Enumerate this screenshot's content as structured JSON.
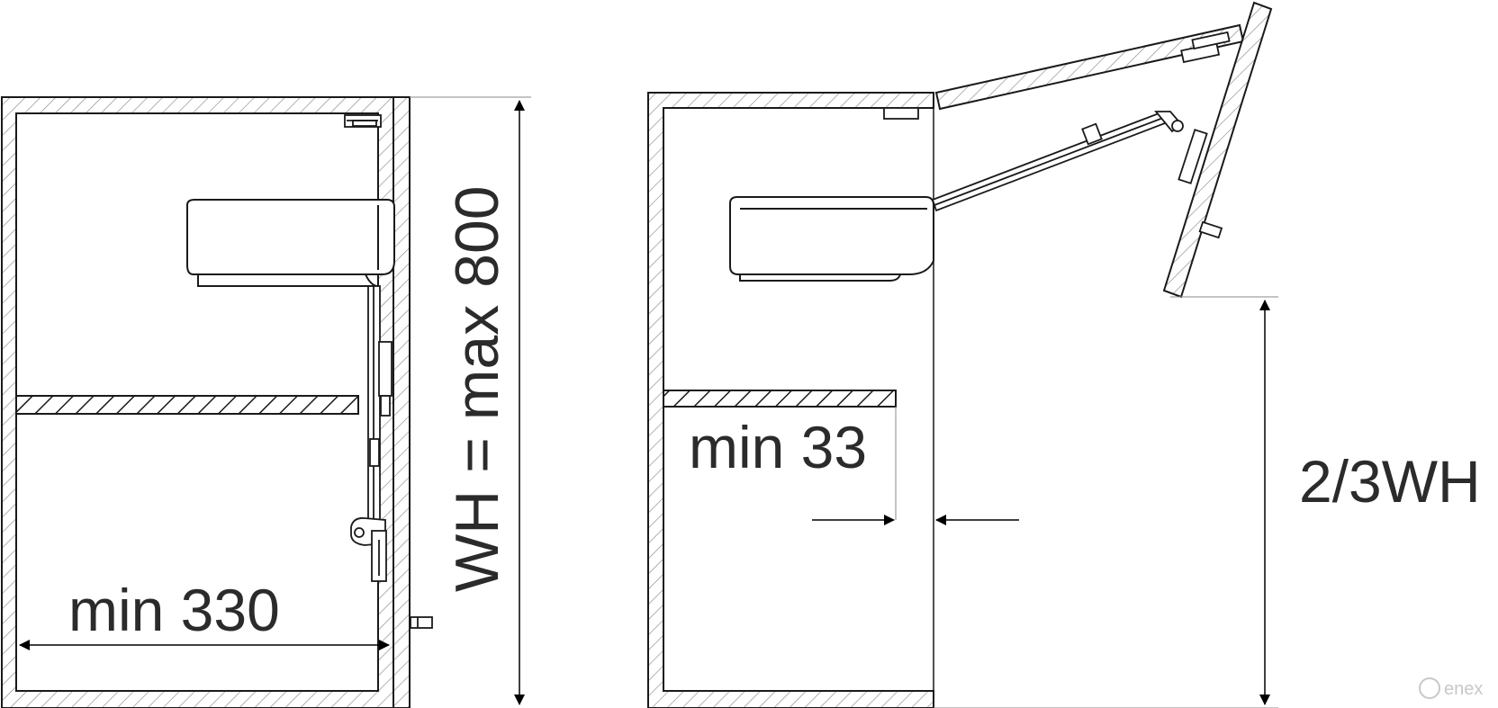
{
  "diagram": {
    "labels": {
      "left_width": "min 330",
      "height": "WH = max 800",
      "gap": "min 33",
      "opening": "2/3WH"
    },
    "watermark": "enex",
    "colors": {
      "line": "#1a1a1a",
      "hatch": "#8a8a8a",
      "text": "#2b2b2b",
      "watermark": "#c8c8c8"
    }
  }
}
